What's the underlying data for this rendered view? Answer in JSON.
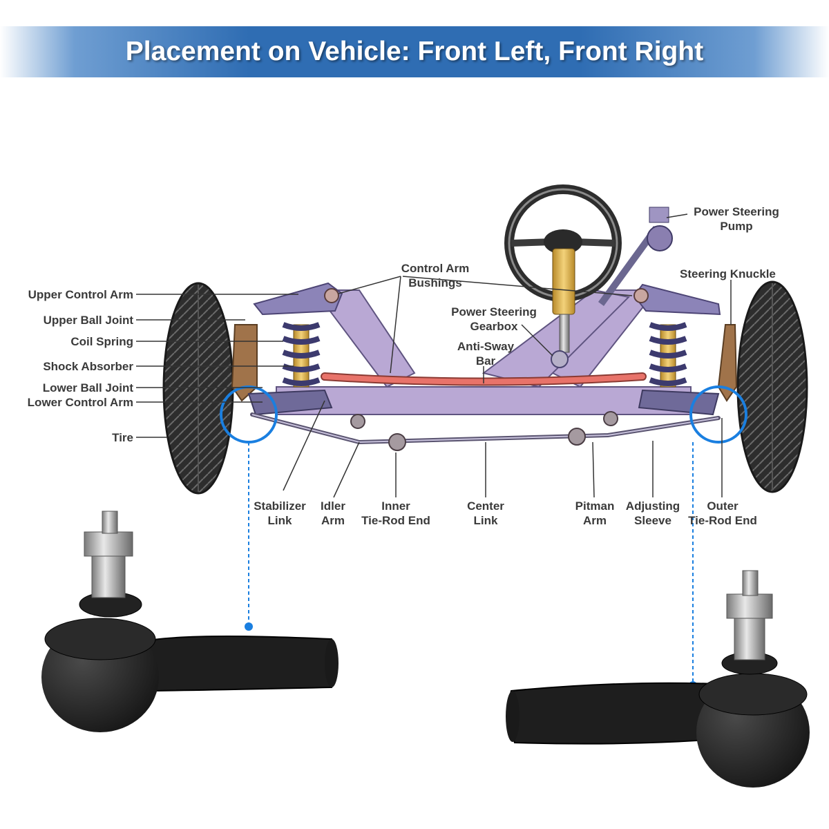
{
  "banner": {
    "title": "Placement on Vehicle: Front Left, Front Right"
  },
  "labels": {
    "upper_control_arm": "Upper Control Arm",
    "upper_ball_joint": "Upper Ball Joint",
    "coil_spring": "Coil Spring",
    "shock_absorber": "Shock Absorber",
    "lower_ball_joint": "Lower Ball Joint",
    "lower_control_arm": "Lower Control Arm",
    "tire": "Tire",
    "control_arm_bushings_1": "Control Arm",
    "control_arm_bushings_2": "Bushings",
    "power_steering_gearbox_1": "Power Steering",
    "power_steering_gearbox_2": "Gearbox",
    "anti_sway_bar_1": "Anti-Sway",
    "anti_sway_bar_2": "Bar",
    "power_steering_pump_1": "Power Steering",
    "power_steering_pump_2": "Pump",
    "steering_knuckle": "Steering Knuckle",
    "stabilizer_link_1": "Stabilizer",
    "stabilizer_link_2": "Link",
    "idler_arm_1": "Idler",
    "idler_arm_2": "Arm",
    "inner_tie_rod_end_1": "Inner",
    "inner_tie_rod_end_2": "Tie-Rod End",
    "center_link_1": "Center",
    "center_link_2": "Link",
    "pitman_arm_1": "Pitman",
    "pitman_arm_2": "Arm",
    "adjusting_sleeve_1": "Adjusting",
    "adjusting_sleeve_2": "Sleeve",
    "outer_tie_rod_end_1": "Outer",
    "outer_tie_rod_end_2": "Tie-Rod End"
  },
  "colors": {
    "banner": "#2f6db3",
    "frame": "#b9a8d4",
    "anti_sway_bar": "#e8736a",
    "highlight_circle": "#1a7fe0",
    "label_text": "#3a3a3a",
    "part_black": "#1c1c1c"
  }
}
